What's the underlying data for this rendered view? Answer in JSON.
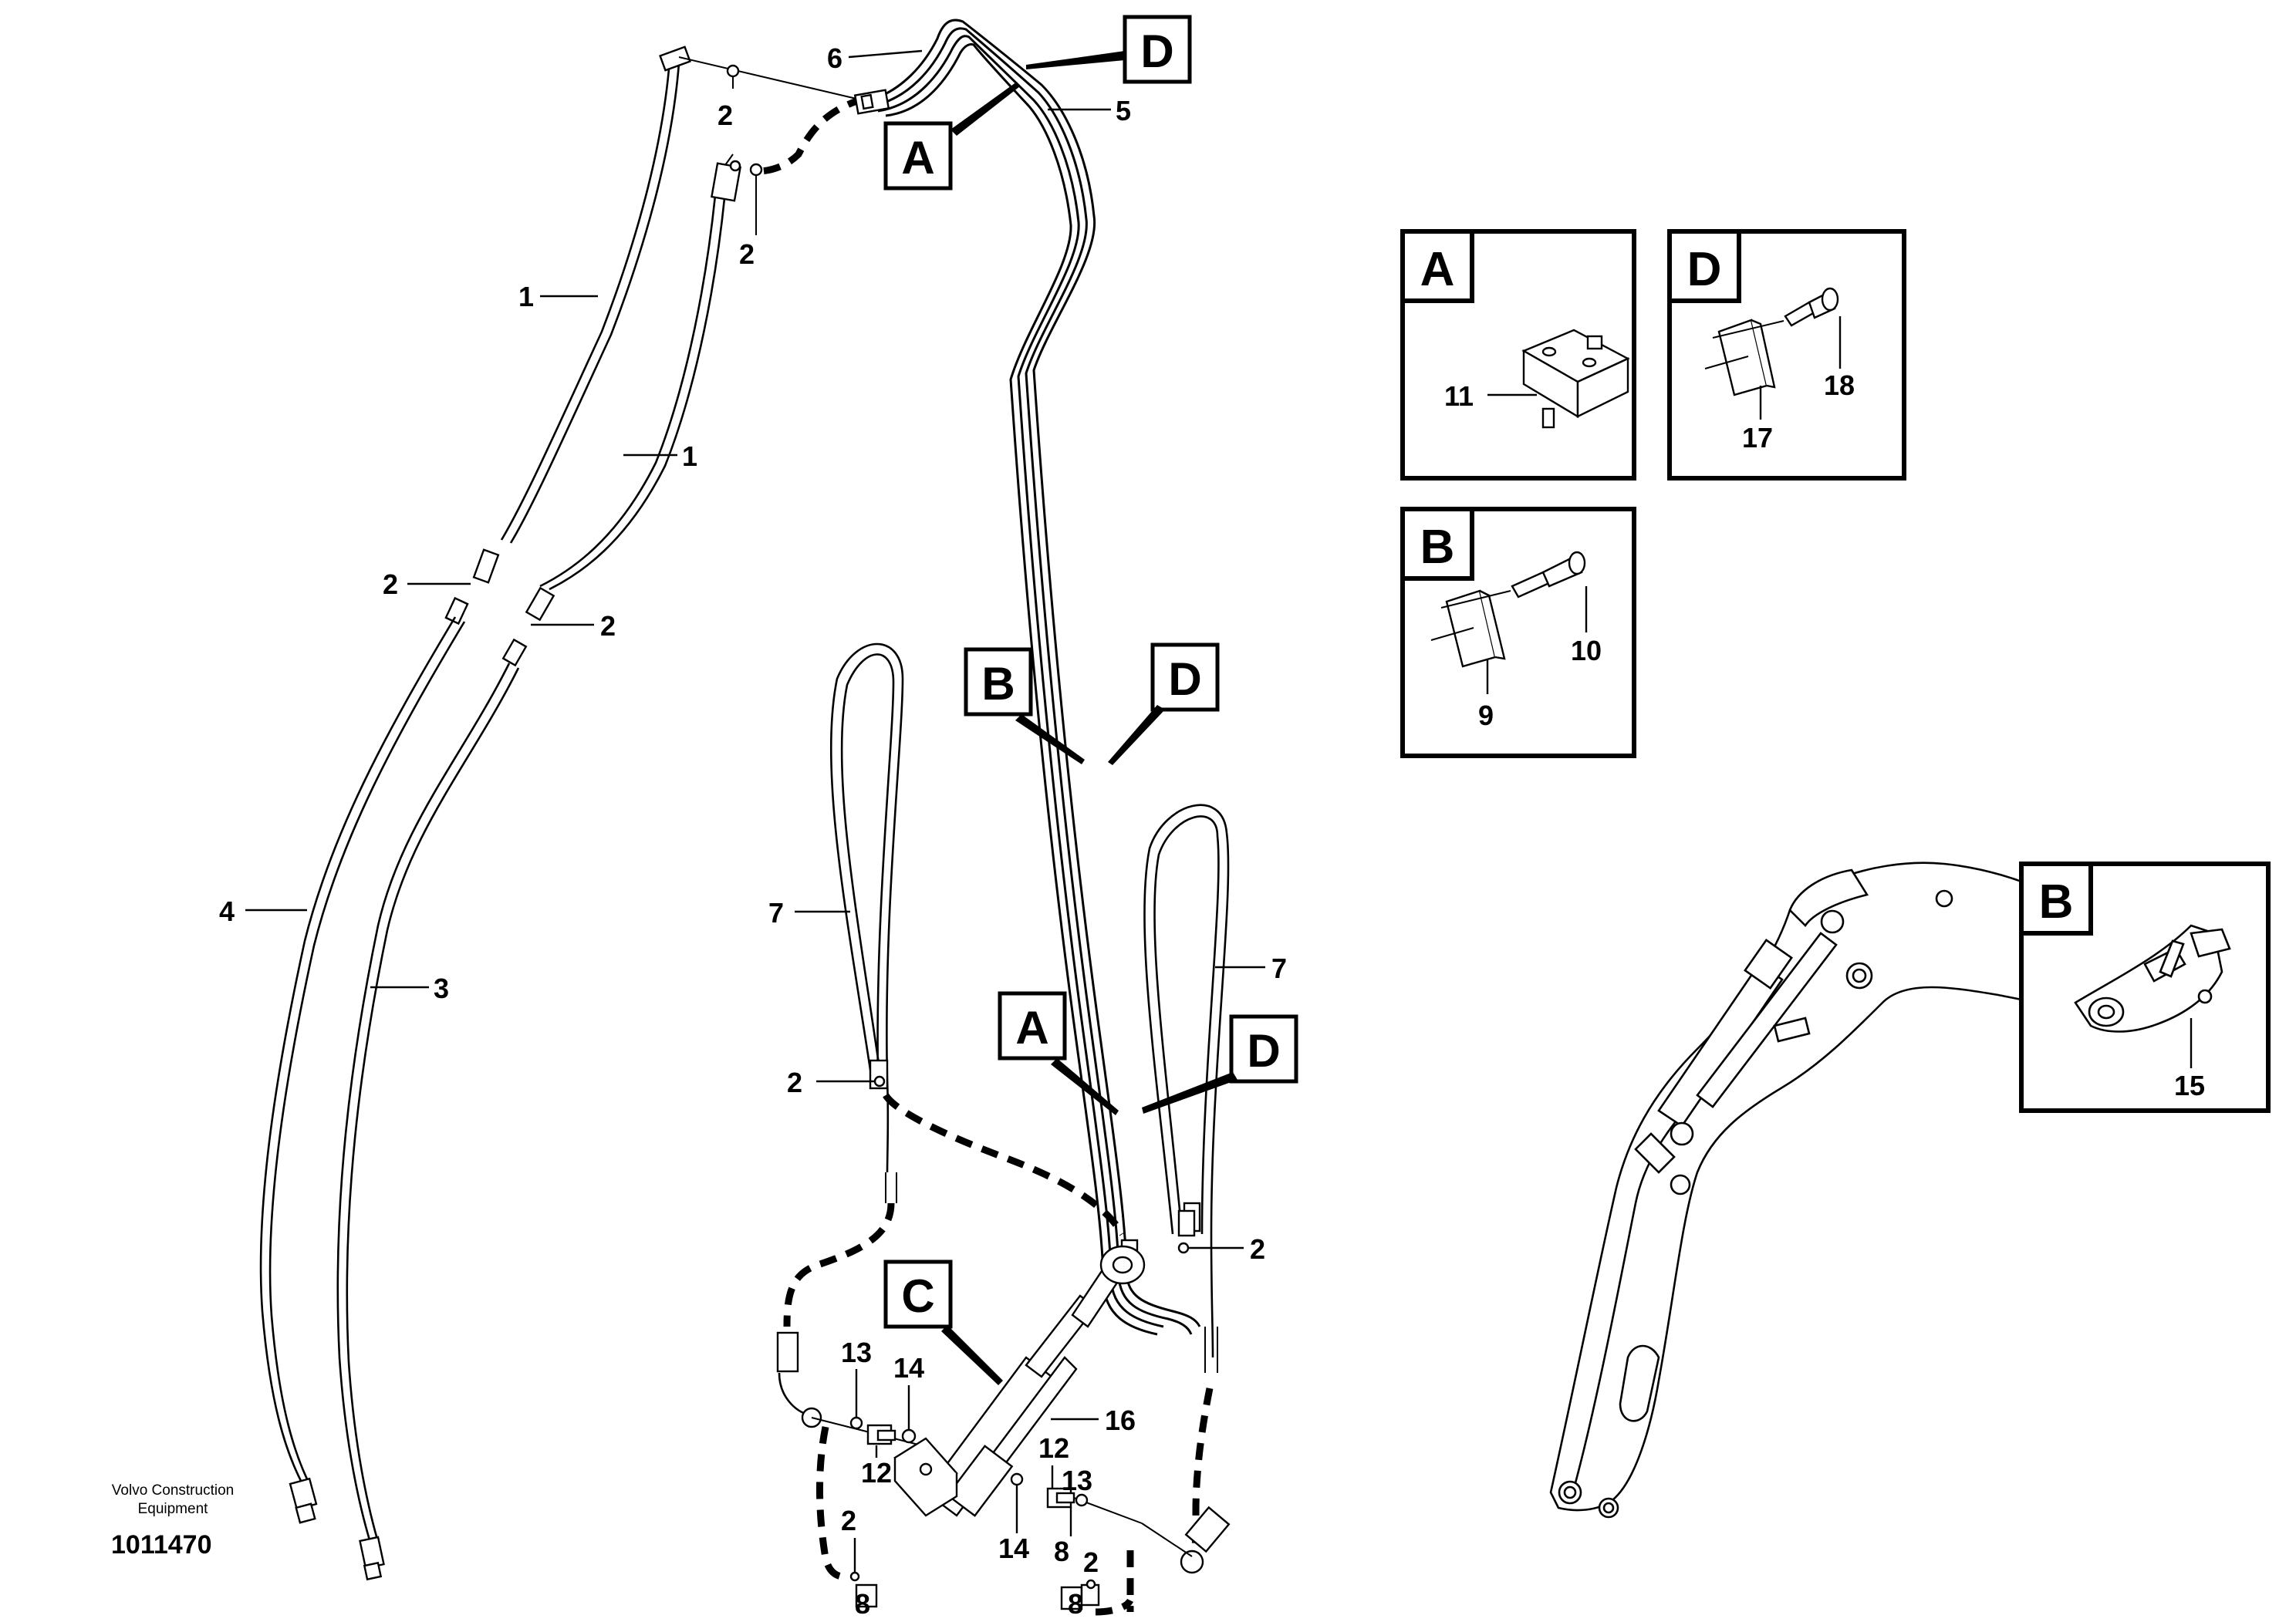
{
  "callouts": {
    "A": "A",
    "B": "B",
    "C": "C",
    "D": "D"
  },
  "parts": {
    "n1": "1",
    "n2": "2",
    "n3": "3",
    "n4": "4",
    "n5": "5",
    "n6": "6",
    "n7": "7",
    "n8": "8",
    "n9": "9",
    "n10": "10",
    "n11": "11",
    "n12": "12",
    "n13": "13",
    "n14": "14",
    "n15": "15",
    "n16": "16",
    "n17": "17",
    "n18": "18"
  },
  "insets": {
    "A": {
      "title": "A",
      "parts": [
        "11"
      ]
    },
    "D": {
      "title": "D",
      "parts": [
        "17",
        "18"
      ]
    },
    "B_clamp": {
      "title": "B",
      "parts": [
        "9",
        "10"
      ]
    },
    "B_boom": {
      "title": "B",
      "parts": [
        "15"
      ]
    }
  },
  "footer": {
    "maker_line1": "Volvo Construction",
    "maker_line2": "Equipment",
    "drawing_number": "1011470"
  }
}
